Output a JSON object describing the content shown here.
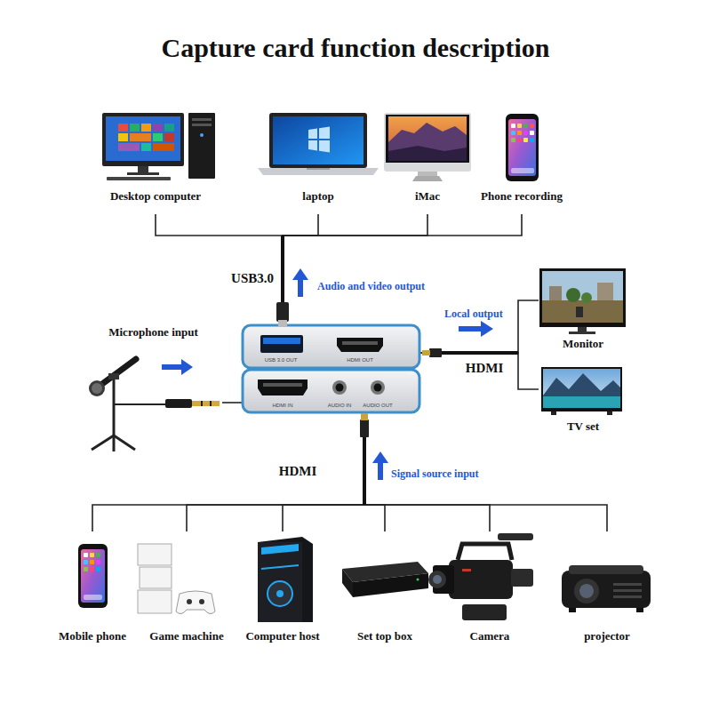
{
  "diagram": {
    "title": "Capture card function description",
    "nodes": [
      {
        "text": [
          "Desktop computer"
        ]
      },
      {
        "text": [
          "laptop"
        ]
      },
      {
        "text": [
          "iMac"
        ]
      },
      {
        "text": [
          "Phone recording"
        ]
      },
      {
        "text": [
          "Microphone input"
        ]
      },
      {
        "text": [
          "USB 3.0 OUT",
          "HDMI OUT",
          "HDMI IN",
          "AUDIO IN",
          "AUDIO OUT"
        ]
      },
      {
        "text": [
          "Monitor"
        ]
      },
      {
        "text": [
          "TV set"
        ]
      },
      {
        "text": [
          "Mobile phone"
        ]
      },
      {
        "text": [
          "Game machine"
        ]
      },
      {
        "text": [
          "Computer host"
        ]
      },
      {
        "text": [
          "Set top box"
        ]
      },
      {
        "text": [
          "Camera"
        ]
      },
      {
        "text": [
          "projector"
        ]
      }
    ],
    "edges": [
      {
        "from": 5,
        "to": 0,
        "arrow": "none"
      },
      {
        "from": 5,
        "to": 1,
        "arrow": "none"
      },
      {
        "from": 5,
        "to": 2,
        "arrow": "none"
      },
      {
        "from": 5,
        "to": 3,
        "arrow": "none"
      },
      {
        "from": 4,
        "to": 5,
        "arrow": "none"
      },
      {
        "from": 5,
        "to": 6,
        "arrow": "none"
      },
      {
        "from": 5,
        "to": 7,
        "arrow": "none"
      },
      {
        "from": 8,
        "to": 5,
        "arrow": "none"
      },
      {
        "from": 9,
        "to": 5,
        "arrow": "none"
      },
      {
        "from": 10,
        "to": 5,
        "arrow": "none"
      },
      {
        "from": 11,
        "to": 5,
        "arrow": "none"
      },
      {
        "from": 12,
        "to": 5,
        "arrow": "none"
      },
      {
        "from": 13,
        "to": 5,
        "arrow": "none"
      }
    ],
    "labels": [
      "USB3.0",
      "Audio and video output",
      "Local output",
      "HDMI",
      "HDMI",
      "Signal source input"
    ]
  }
}
